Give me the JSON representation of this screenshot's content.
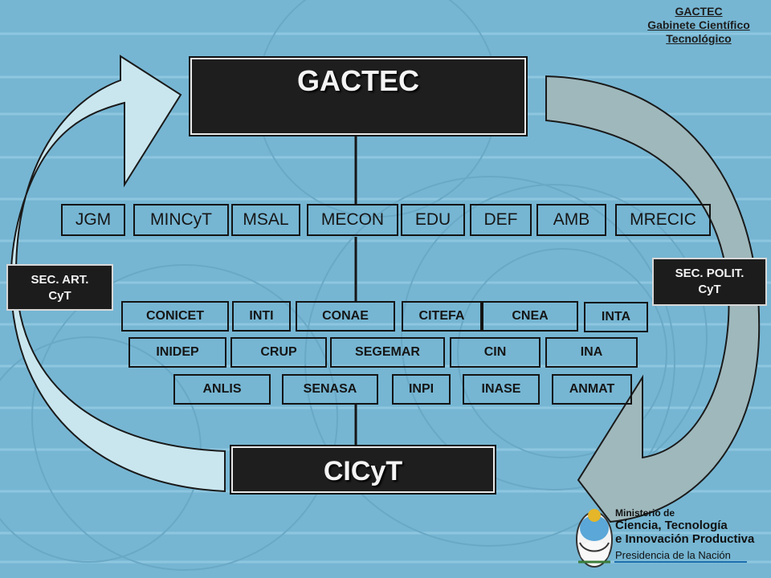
{
  "corner_title": {
    "line1": "GACTEC",
    "line2": "Gabinete Científico",
    "line3": "Tecnológico"
  },
  "top_box": {
    "label": "GACTEC"
  },
  "bottom_box": {
    "label": "CICyT"
  },
  "ministries": [
    "JGM",
    "MINCyT",
    "MSAL",
    "MECON",
    "EDU",
    "DEF",
    "AMB",
    "MRECIC"
  ],
  "organisms": {
    "row1": [
      "CONICET",
      "INTI",
      "CONAE",
      "CITEFA",
      "CNEA",
      "INTA"
    ],
    "row2": [
      "INIDEP",
      "CRUP",
      "SEGEMAR",
      "CIN",
      "INA"
    ],
    "row3": [
      "ANLIS",
      "SENASA",
      "INPI",
      "INASE",
      "ANMAT"
    ]
  },
  "side_left": {
    "line1": "SEC. ART.",
    "line2": "CyT"
  },
  "side_right": {
    "line1": "SEC. POLIT.",
    "line2": "CyT"
  },
  "logo": {
    "line1": "Ministerio de",
    "line2": "Ciencia, Tecnología",
    "line3": "e Innovación Productiva",
    "line4": "Presidencia de la Nación"
  },
  "colors": {
    "background": "#76b6d3",
    "box_dark": "#1e1e1e",
    "arrow_left": "#c9e6ee",
    "arrow_right": "#9fb8bc"
  }
}
